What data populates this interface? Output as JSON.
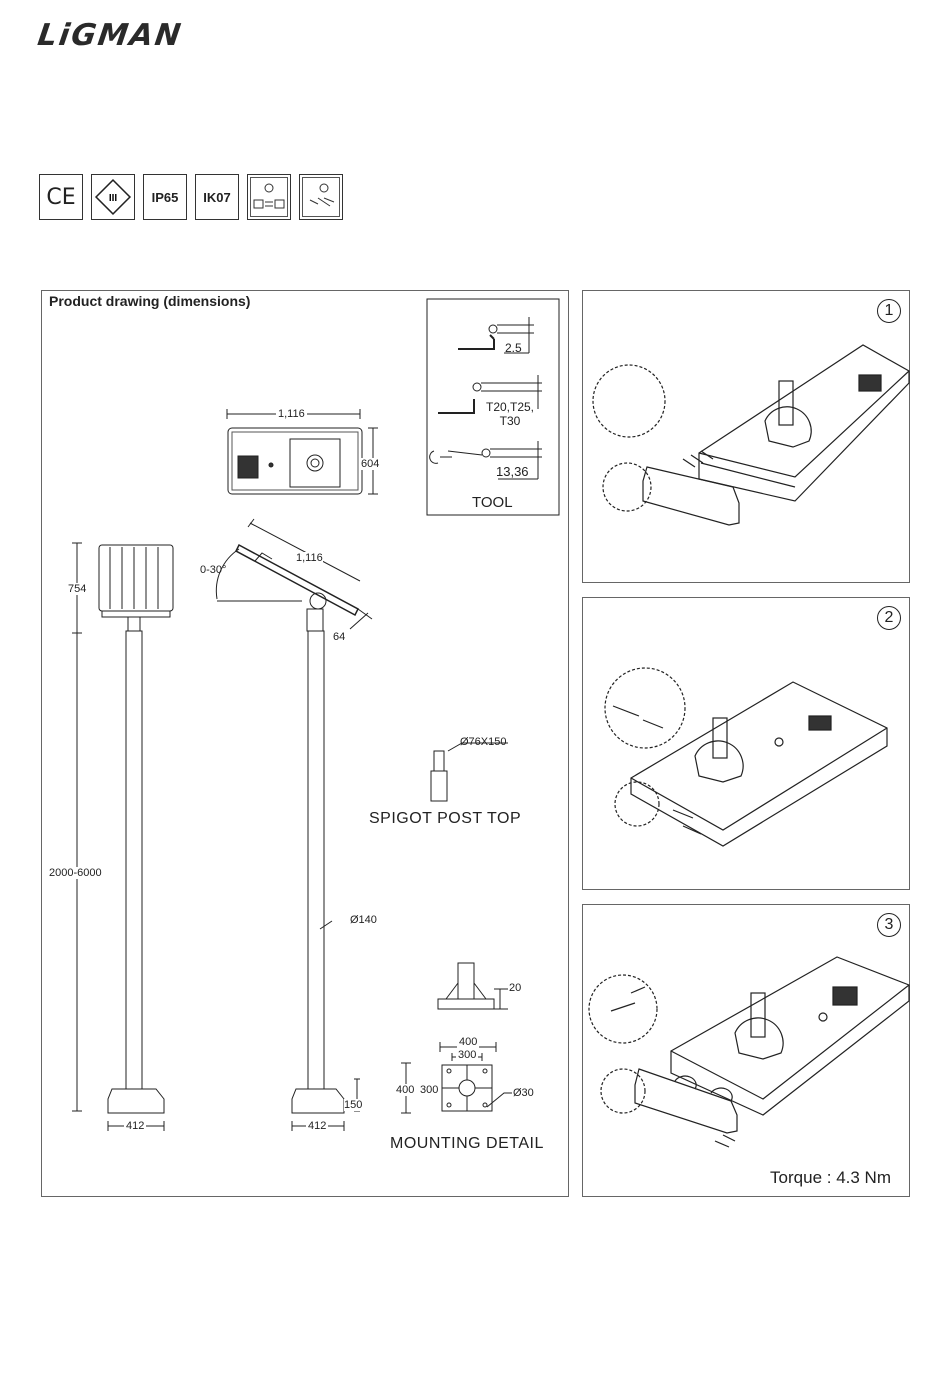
{
  "brand": "LiGMAN",
  "certifications": [
    "CE",
    "III",
    "IP65",
    "IK07",
    "",
    ""
  ],
  "drawing": {
    "title": "Product drawing (dimensions)",
    "dims": {
      "top_width": "1,116",
      "top_depth": "604",
      "head_height": "754",
      "pole_height": "2000-6000",
      "base_left": "412",
      "base_right": "412",
      "tilt": "0-30°",
      "side_width": "1,116",
      "thickness": "64",
      "pole_dia": "Ø140",
      "base_height": "150"
    },
    "tool": {
      "label": "TOOL",
      "hex": "2.5",
      "torx": "T20,T25,\nT30",
      "torx_l1": "T20,T25,",
      "torx_l2": "T30",
      "wrench": "13,36"
    },
    "spigot": {
      "dim": "Ø76X150",
      "label": "SPIGOT POST TOP"
    },
    "mounting": {
      "label": "MOUNTING DETAIL",
      "plate_thickness": "20",
      "outer": "400",
      "inner": "300",
      "side_outer": "400",
      "side_inner": "300",
      "hole": "Ø30"
    }
  },
  "steps": [
    {
      "number": "1"
    },
    {
      "number": "2"
    },
    {
      "number": "3",
      "note": "Torque : 4.3 Nm"
    }
  ]
}
